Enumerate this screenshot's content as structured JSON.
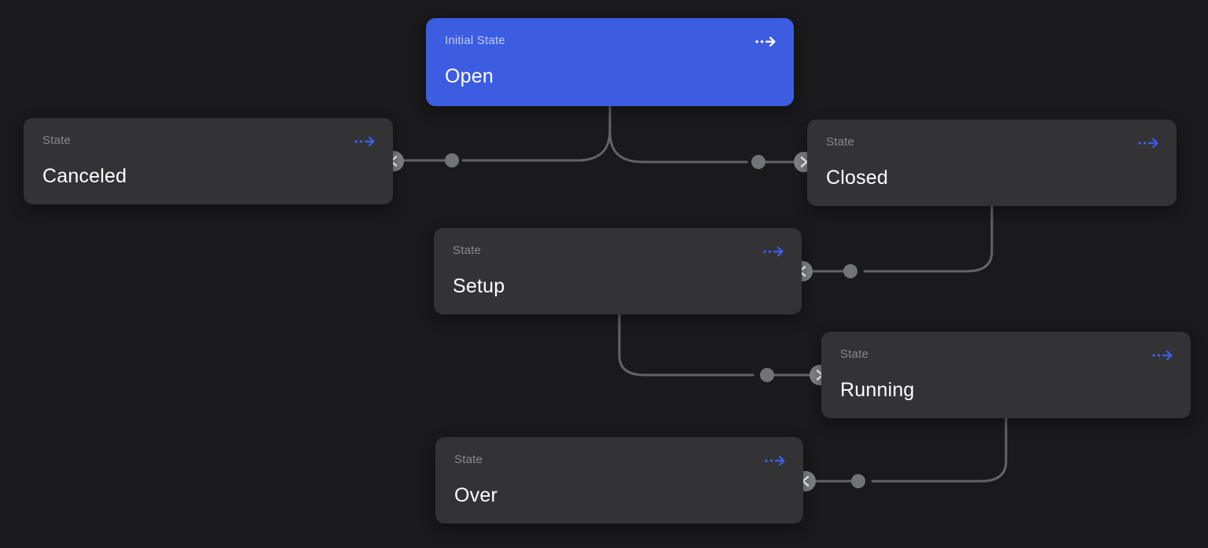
{
  "theme": {
    "canvas_bg": "#1a1a1c",
    "node_bg": "#333336",
    "accent": "#3c5ce1",
    "edge_color": "#646467",
    "dot_color": "#717376",
    "handle_bg": "#7e8084",
    "label_color": "#89898c",
    "title_color": "#ffffff"
  },
  "nodes": [
    {
      "id": "open",
      "type_label": "Initial State",
      "name": "Open",
      "variant": "initial",
      "input_handle": "none",
      "icon": "dashed-transition-arrow-icon"
    },
    {
      "id": "canceled",
      "type_label": "State",
      "name": "Canceled",
      "variant": "default",
      "input_handle": "right",
      "icon": "dashed-transition-arrow-icon"
    },
    {
      "id": "closed",
      "type_label": "State",
      "name": "Closed",
      "variant": "default",
      "input_handle": "left",
      "icon": "dashed-transition-arrow-icon"
    },
    {
      "id": "setup",
      "type_label": "State",
      "name": "Setup",
      "variant": "default",
      "input_handle": "right",
      "icon": "dashed-transition-arrow-icon"
    },
    {
      "id": "running",
      "type_label": "State",
      "name": "Running",
      "variant": "default",
      "input_handle": "left",
      "icon": "dashed-transition-arrow-icon"
    },
    {
      "id": "over",
      "type_label": "State",
      "name": "Over",
      "variant": "default",
      "input_handle": "right",
      "icon": "dashed-transition-arrow-icon"
    }
  ],
  "edges": [
    {
      "from": "Open",
      "to": "Canceled",
      "target_side": "right",
      "midpoint_dot": true
    },
    {
      "from": "Open",
      "to": "Closed",
      "target_side": "left",
      "midpoint_dot": true
    },
    {
      "from": "Closed",
      "to": "Setup",
      "target_side": "right",
      "midpoint_dot": true
    },
    {
      "from": "Setup",
      "to": "Running",
      "target_side": "left",
      "midpoint_dot": true
    },
    {
      "from": "Running",
      "to": "Over",
      "target_side": "right",
      "midpoint_dot": true
    }
  ]
}
